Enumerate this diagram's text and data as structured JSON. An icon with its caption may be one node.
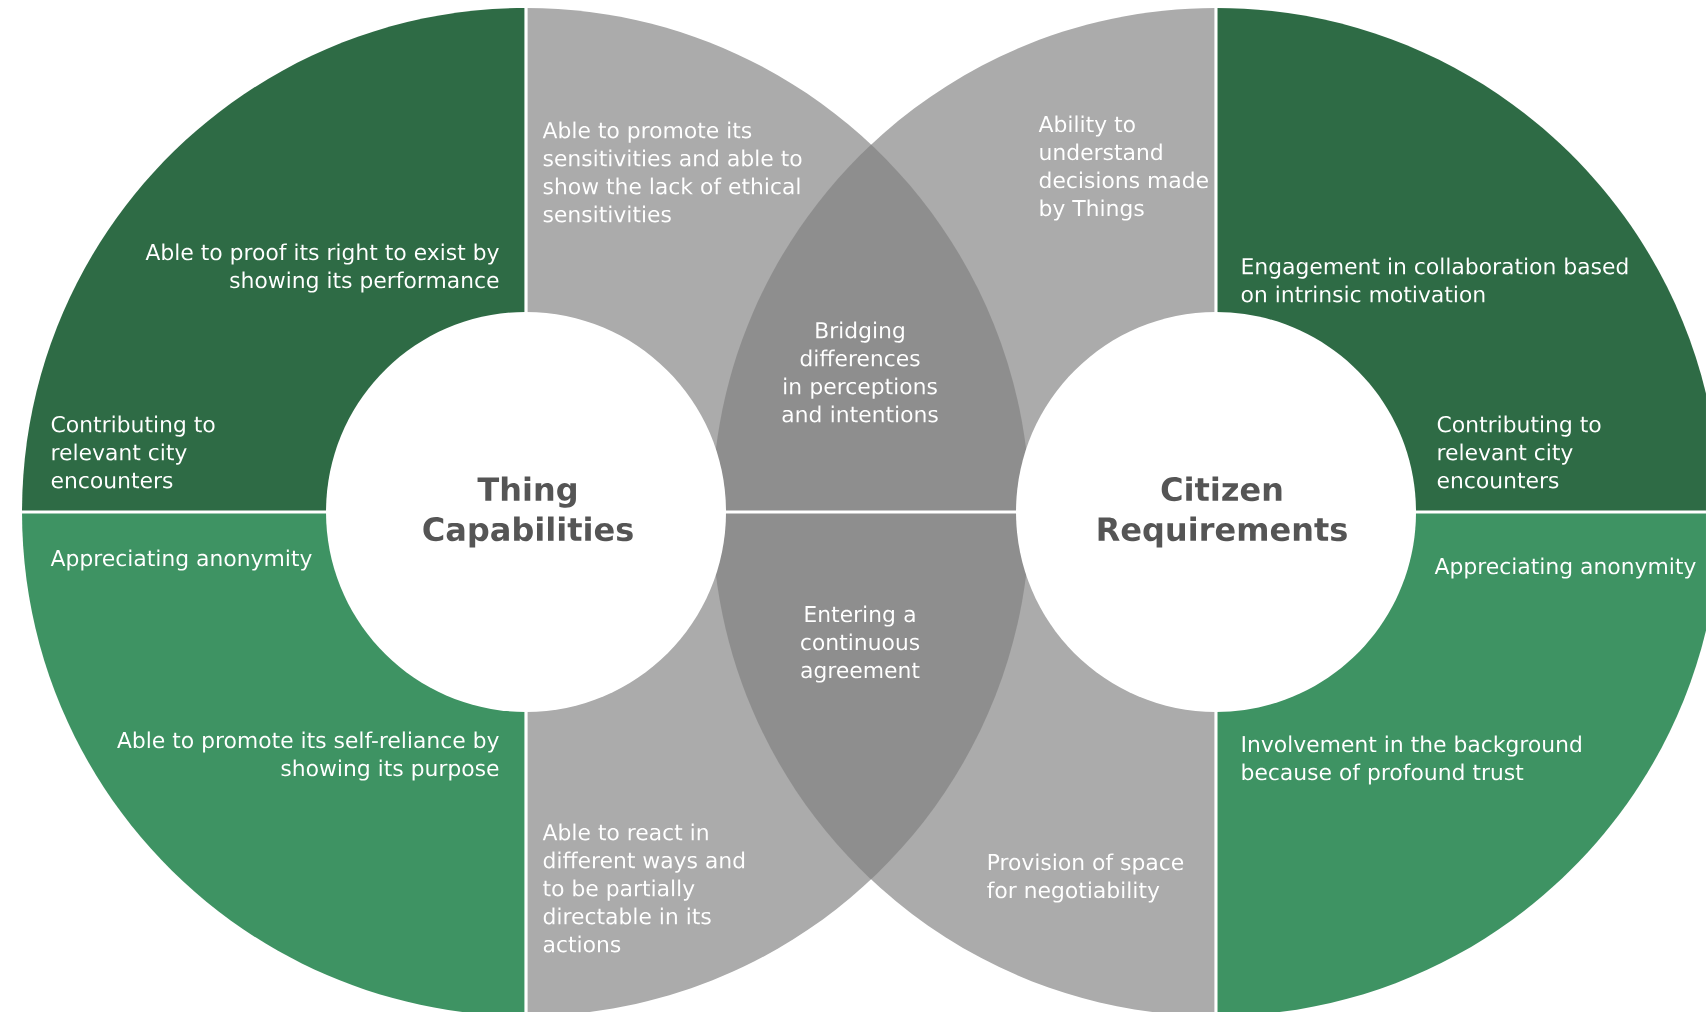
{
  "diagram": {
    "nodes": [
      {
        "text": [
          "Able to proof its right to exist by showing its performance",
          "Contributing to relevant city encounters"
        ]
      },
      {
        "text": [
          "Appreciating anonymity",
          "Able to promote its self-reliance by showing its purpose"
        ]
      },
      {
        "text": [
          "Able to promote its sensitivities and able to show the lack of ethical sensitivities"
        ]
      },
      {
        "text": [
          "Able to react in different ways and to be partially directable in its actions"
        ]
      },
      {
        "text": [
          "Bridging differences in perceptions and intentions"
        ]
      },
      {
        "text": [
          "Entering a continuous agreement"
        ]
      },
      {
        "text": [
          "Ability to understand decisions made by Things"
        ]
      },
      {
        "text": [
          "Provision of space for negotiability"
        ]
      },
      {
        "text": [
          "Engagement in collaboration based on intrinsic motivation",
          "Contributing to relevant city encounters"
        ]
      },
      {
        "text": [
          "Appreciating anonymity",
          "Involvement in the background because of profound trust"
        ]
      },
      {
        "text": [
          "Thing Capabilities"
        ]
      },
      {
        "text": [
          "Citizen Requirements"
        ]
      }
    ]
  }
}
